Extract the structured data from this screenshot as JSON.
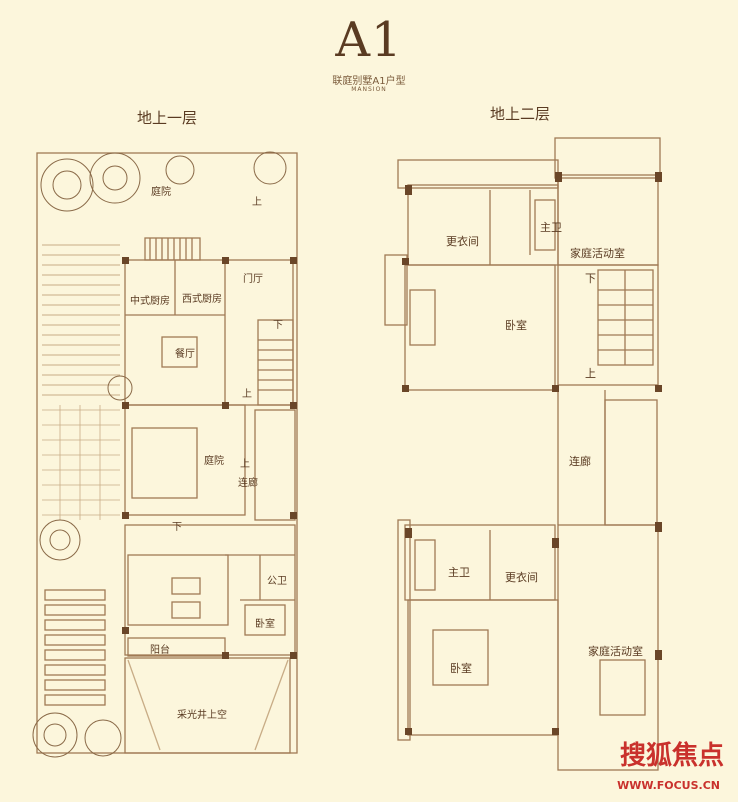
{
  "header": {
    "title": "A1",
    "subtitle": "联庭别墅A1户型",
    "subtitle_en": "MANSION"
  },
  "floors": {
    "ground": {
      "label": "地上一层",
      "rooms": {
        "garden_top": "庭院",
        "chinese_kitchen": "中式厨房",
        "western_kitchen": "西式厨房",
        "foyer": "门厅",
        "dining": "餐厅",
        "up1": "上",
        "down1": "下",
        "up2": "上",
        "courtyard": "庭院",
        "up3": "上",
        "corridor": "连廊",
        "down2": "下",
        "public_wc": "公卫",
        "bedroom": "卧室",
        "balcony": "阳台",
        "skylight": "采光井上空"
      }
    },
    "upper": {
      "label": "地上二层",
      "rooms": {
        "closet": "更衣间",
        "master_bath": "主卫",
        "family_room": "家庭活动室",
        "down": "下",
        "bedroom": "卧室",
        "up": "上",
        "corridor": "连廊",
        "master_bath2": "主卫",
        "closet2": "更衣间",
        "bedroom2": "卧室",
        "family_room2": "家庭活动室"
      }
    }
  },
  "watermark": {
    "logo": "搜狐焦点",
    "url": "WWW.FOCUS.CN"
  },
  "colors": {
    "background": "#fcf6dc",
    "wall": "#a07a55",
    "column": "#6a4628",
    "brand": "#c9312c"
  }
}
